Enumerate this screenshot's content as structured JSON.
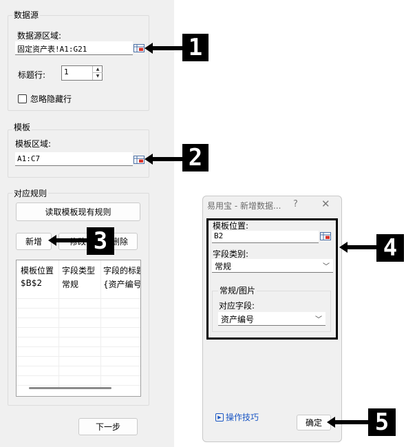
{
  "main": {
    "data_source": {
      "group_title": "数据源",
      "range_label": "数据源区域:",
      "range_value": "固定资产表!A1:G21",
      "header_row_label": "标题行:",
      "header_row_value": "1",
      "ignore_hidden_label": "忽略隐藏行"
    },
    "template": {
      "group_title": "模板",
      "range_label": "模板区域:",
      "range_value": "A1:C7"
    },
    "rules": {
      "group_title": "对应规则",
      "read_button": "读取模板现有规则",
      "new_button": "新增",
      "edit_button": "修改",
      "delete_button": "删除",
      "columns": [
        "模板位置",
        "字段类型",
        "字段的标题"
      ],
      "rows": [
        [
          "$B$2",
          "常规",
          "{资产编号"
        ]
      ]
    },
    "next_button": "下一步"
  },
  "dialog": {
    "title": "易用宝 - 新增数据...",
    "help_icon": "?",
    "close_icon": "✕",
    "template_pos_label": "模板位置:",
    "template_pos_value": "B2",
    "field_type_label": "字段类别:",
    "field_type_value": "常规",
    "sub_group_title": "常规/图片",
    "mapped_field_label": "对应字段:",
    "mapped_field_value": "资产编号",
    "tips_link": "操作技巧",
    "ok_button": "确定"
  },
  "callouts": [
    "1",
    "2",
    "3",
    "4",
    "5"
  ],
  "colors": {
    "highlight": "#000000",
    "link": "#1a56c4",
    "panel": "#f0f0f0"
  }
}
